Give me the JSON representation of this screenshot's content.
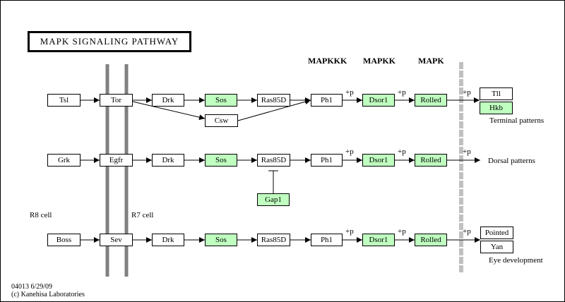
{
  "title": "MAPK SIGNALING PATHWAY",
  "headers": {
    "mapkkk": "MAPKKK",
    "mapkk": "MAPKK",
    "mapk": "MAPK"
  },
  "rows": {
    "terminal": {
      "ligand": "Tsl",
      "receptor": "Tor",
      "adaptor": "Drk",
      "gef": "Sos",
      "ras": "Ras85D",
      "mapkkk": "Ph1",
      "mapkk": "Dsor1",
      "mapk": "Rolled",
      "side": "Csw",
      "targets": [
        "Tll",
        "Hkb"
      ],
      "outcome": "Terminal patterns"
    },
    "dorsal": {
      "ligand": "Grk",
      "receptor": "Egfr",
      "adaptor": "Drk",
      "gef": "Sos",
      "ras": "Ras85D",
      "mapkkk": "Ph1",
      "mapkk": "Dsor1",
      "mapk": "Rolled",
      "inhibitor": "Gap1",
      "outcome": "Dorsal patterns"
    },
    "eye": {
      "ligand": "Boss",
      "receptor": "Sev",
      "adaptor": "Drk",
      "gef": "Sos",
      "ras": "Ras85D",
      "mapkkk": "Ph1",
      "mapkk": "Dsor1",
      "mapk": "Rolled",
      "targets": [
        "Pointed",
        "Yan"
      ],
      "outcome": "Eye development"
    }
  },
  "cells": {
    "r8": "R8 cell",
    "r7": "R7 cell"
  },
  "phospho": "+p",
  "footer": {
    "id": "04013 6/29/09",
    "copyright": "(c) Kanehisa Laboratories"
  },
  "colors": {
    "gene_highlight": "#bfffbf",
    "membrane": "#808080",
    "nuclear_membrane": "#c0c0c0"
  }
}
